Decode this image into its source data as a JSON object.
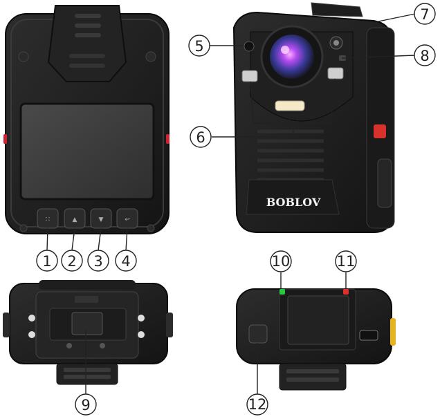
{
  "brand": "BOBLOV",
  "callouts": [
    {
      "id": 1,
      "label": "1"
    },
    {
      "id": 2,
      "label": "2"
    },
    {
      "id": 3,
      "label": "3"
    },
    {
      "id": 4,
      "label": "4"
    },
    {
      "id": 5,
      "label": "5"
    },
    {
      "id": 6,
      "label": "6"
    },
    {
      "id": 7,
      "label": "7"
    },
    {
      "id": 8,
      "label": "8"
    },
    {
      "id": 9,
      "label": "9"
    },
    {
      "id": 10,
      "label": "10"
    },
    {
      "id": 11,
      "label": "11"
    },
    {
      "id": 12,
      "label": "12"
    }
  ],
  "colors": {
    "body": "#1c1c1c",
    "screen": "#3b3b3b",
    "lens": "#8a3fd6",
    "led_green": "#27c93f",
    "led_red": "#e0302b",
    "accent_red": "#d8322c",
    "accent_yellow": "#e6b422"
  }
}
